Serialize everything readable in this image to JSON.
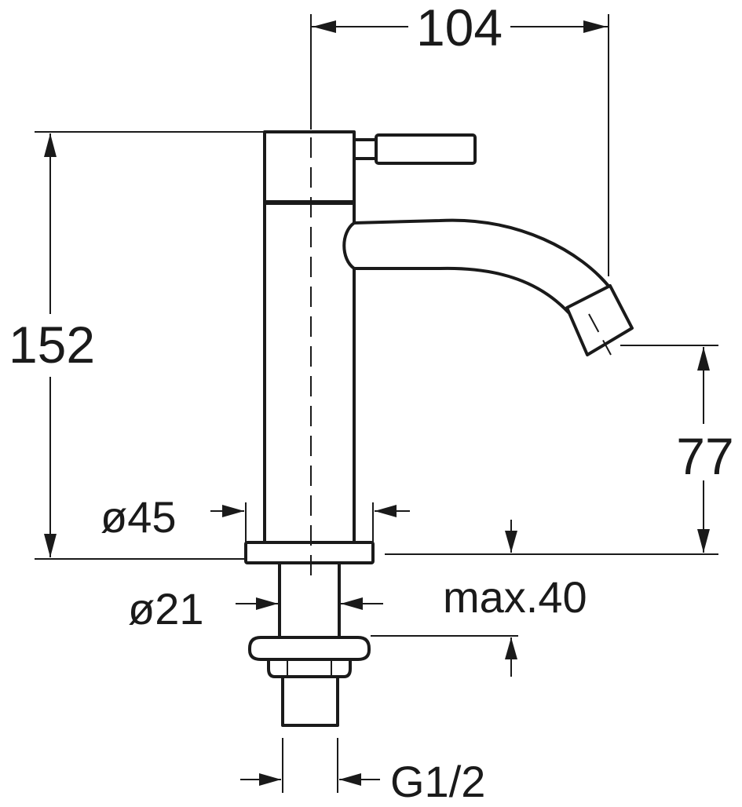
{
  "dimensions": {
    "spout_reach": "104",
    "total_height": "152",
    "spout_height": "77",
    "base_diameter": "ø45",
    "shank_diameter": "ø21",
    "max_thickness": "max.40",
    "thread": "G1/2"
  },
  "colors": {
    "line": "#1a1a1a",
    "background": "#ffffff"
  }
}
